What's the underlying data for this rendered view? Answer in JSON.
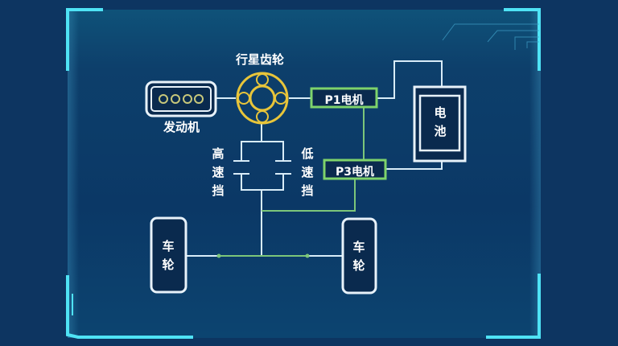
{
  "diagram": {
    "title": "",
    "colors": {
      "background": "#0d3561",
      "frame_accent": "#4fe3f5",
      "line_white": "#d8ecf8",
      "line_green": "#7cc67a",
      "motor_border": "#7ed36b",
      "gear_yellow": "#e8c53a"
    },
    "nodes": {
      "engine": {
        "label": "发动机",
        "icon": "engine-cylinders-icon"
      },
      "planetary_gear": {
        "label": "行星齿轮",
        "icon": "planetary-gear-icon"
      },
      "p1_motor": {
        "label": "P1电机"
      },
      "p3_motor": {
        "label": "P3电机"
      },
      "battery": {
        "label_line1": "电",
        "label_line2": "池"
      },
      "high_gear": {
        "c1": "高",
        "c2": "速",
        "c3": "挡"
      },
      "low_gear": {
        "c1": "低",
        "c2": "速",
        "c3": "挡"
      },
      "wheel_left": {
        "c1": "车",
        "c2": "轮"
      },
      "wheel_right": {
        "c1": "车",
        "c2": "轮"
      }
    },
    "connections": [
      {
        "from": "发动机",
        "to": "行星齿轮"
      },
      {
        "from": "行星齿轮",
        "to": "P1电机"
      },
      {
        "from": "P1电机",
        "to": "电池"
      },
      {
        "from": "P1电机",
        "to": "P3电机"
      },
      {
        "from": "P3电机",
        "to": "电池"
      },
      {
        "from": "行星齿轮",
        "to": "高速挡/低速挡"
      },
      {
        "from": "高速挡/低速挡",
        "to": "车轮"
      },
      {
        "from": "P3电机",
        "to": "车轮"
      }
    ]
  }
}
